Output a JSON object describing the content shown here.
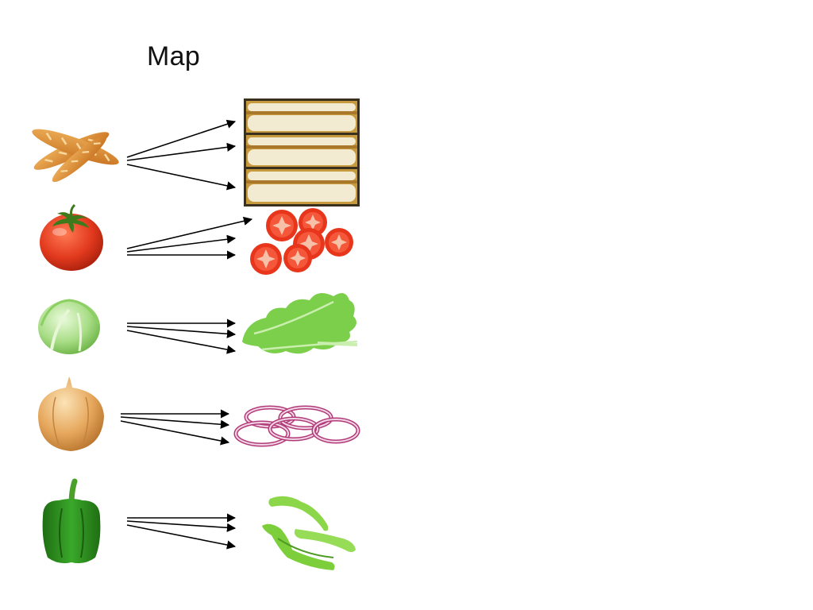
{
  "slide": {
    "title": "Map"
  },
  "colors": {
    "bread_crust": "#d98a2f",
    "bread_crumb": "#f3ead2",
    "tomato_red": "#e23a1e",
    "lettuce_green": "#7ccf4a",
    "onion_skin": "#e6a75c",
    "onion_ring": "#b23a78",
    "pepper_green": "#2f8f1e",
    "arrow": "#000000"
  },
  "rows": [
    {
      "item": "baguette-icon",
      "result": "sliced-bread-icon",
      "arrows": 3
    },
    {
      "item": "tomato-icon",
      "result": "tomato-slices-icon",
      "arrows": 3
    },
    {
      "item": "lettuce-head-icon",
      "result": "lettuce-leaves-icon",
      "arrows": 3
    },
    {
      "item": "onion-icon",
      "result": "onion-rings-icon",
      "arrows": 3
    },
    {
      "item": "green-pepper-icon",
      "result": "pepper-strips-icon",
      "arrows": 3
    }
  ]
}
